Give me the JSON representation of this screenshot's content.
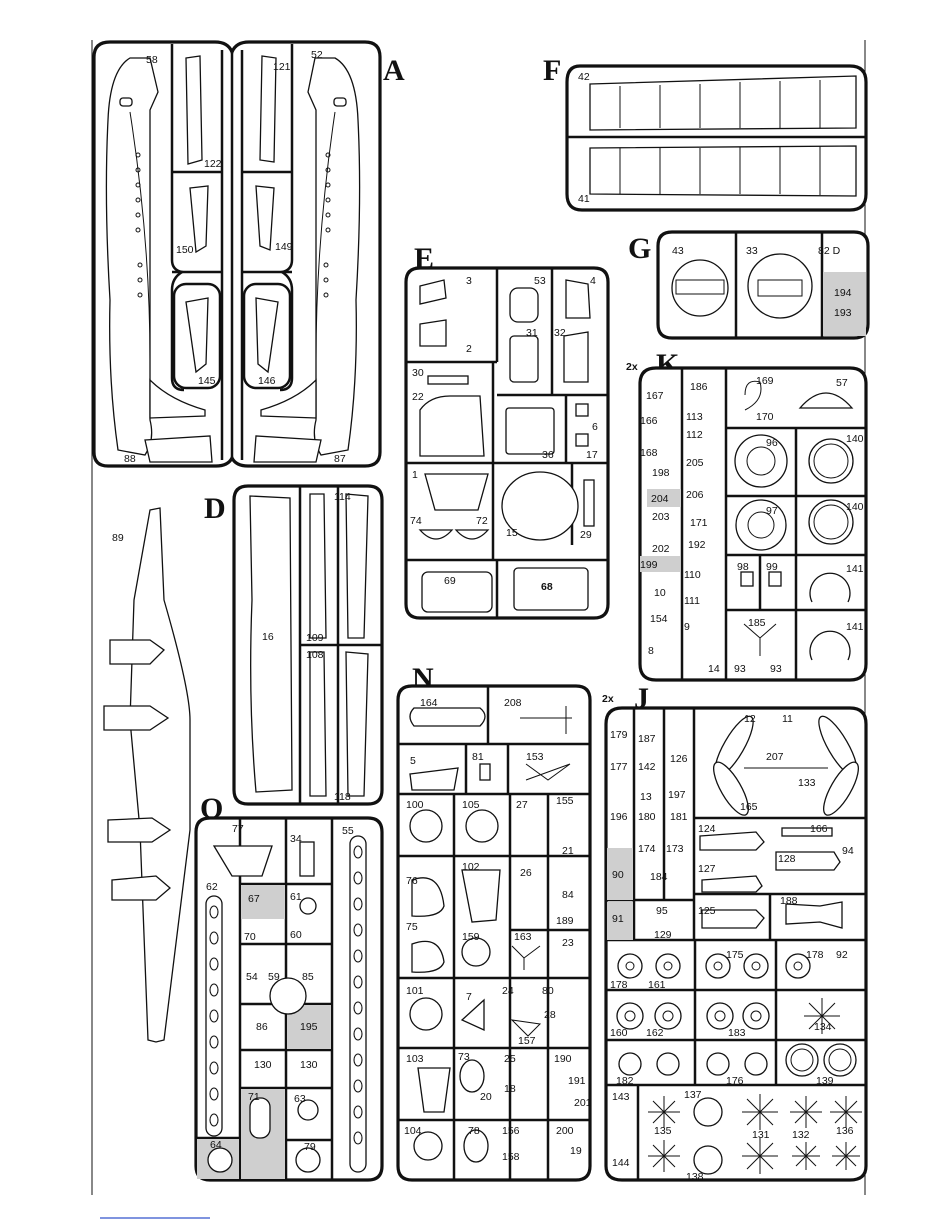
{
  "sprues": [
    {
      "letter": "A",
      "prefix": ""
    },
    {
      "letter": "F",
      "prefix": ""
    },
    {
      "letter": "G",
      "prefix": ""
    },
    {
      "letter": "E",
      "prefix": ""
    },
    {
      "letter": "K",
      "prefix": "2x"
    },
    {
      "letter": "D",
      "prefix": ""
    },
    {
      "letter": "N",
      "prefix": ""
    },
    {
      "letter": "J",
      "prefix": "2x"
    },
    {
      "letter": "O",
      "prefix": ""
    }
  ],
  "labels": {
    "A": [
      "58",
      "52",
      "121",
      "122",
      "150",
      "149",
      "145",
      "146",
      "88",
      "87"
    ],
    "F": [
      "42",
      "41"
    ],
    "G": [
      "43",
      "33",
      "82",
      "194",
      "193"
    ],
    "E": [
      "3",
      "53",
      "4",
      "31",
      "32",
      "2",
      "30",
      "22",
      "36",
      "6",
      "17",
      "1",
      "74",
      "72",
      "15",
      "29",
      "69",
      "68"
    ],
    "K": [
      "167",
      "186",
      "169",
      "170",
      "57",
      "166",
      "113",
      "112",
      "96",
      "140",
      "168",
      "198",
      "205",
      "206",
      "204",
      "171",
      "97",
      "203",
      "202",
      "192",
      "199",
      "110",
      "10",
      "98",
      "99",
      "141",
      "111",
      "154",
      "9",
      "185",
      "8",
      "14",
      "93",
      "93",
      "141"
    ],
    "D": [
      "89",
      "114",
      "16",
      "109",
      "108",
      "118"
    ],
    "N": [
      "164",
      "208",
      "5",
      "81",
      "153",
      "100",
      "105",
      "27",
      "155",
      "21",
      "76",
      "102",
      "26",
      "84",
      "189",
      "75",
      "159",
      "163",
      "23",
      "101",
      "7",
      "24",
      "80",
      "28",
      "157",
      "103",
      "73",
      "25",
      "190",
      "20",
      "18",
      "191",
      "201",
      "104",
      "78",
      "156",
      "158",
      "200",
      "19"
    ],
    "J": [
      "179",
      "187",
      "12",
      "11",
      "126",
      "207",
      "177",
      "142",
      "133",
      "13",
      "197",
      "165",
      "196",
      "180",
      "181",
      "124",
      "166",
      "94",
      "174",
      "173",
      "127",
      "128",
      "90",
      "184",
      "188",
      "95",
      "125",
      "91",
      "129",
      "175",
      "178",
      "92",
      "178",
      "161",
      "160",
      "162",
      "183",
      "134",
      "182",
      "176",
      "139",
      "143",
      "137",
      "135",
      "131",
      "132",
      "136",
      "144",
      "138"
    ],
    "O": [
      "77",
      "34",
      "55",
      "62",
      "67",
      "61",
      "70",
      "60",
      "54",
      "59",
      "85",
      "86",
      "195",
      "130",
      "130",
      "71",
      "63",
      "64",
      "79"
    ]
  }
}
